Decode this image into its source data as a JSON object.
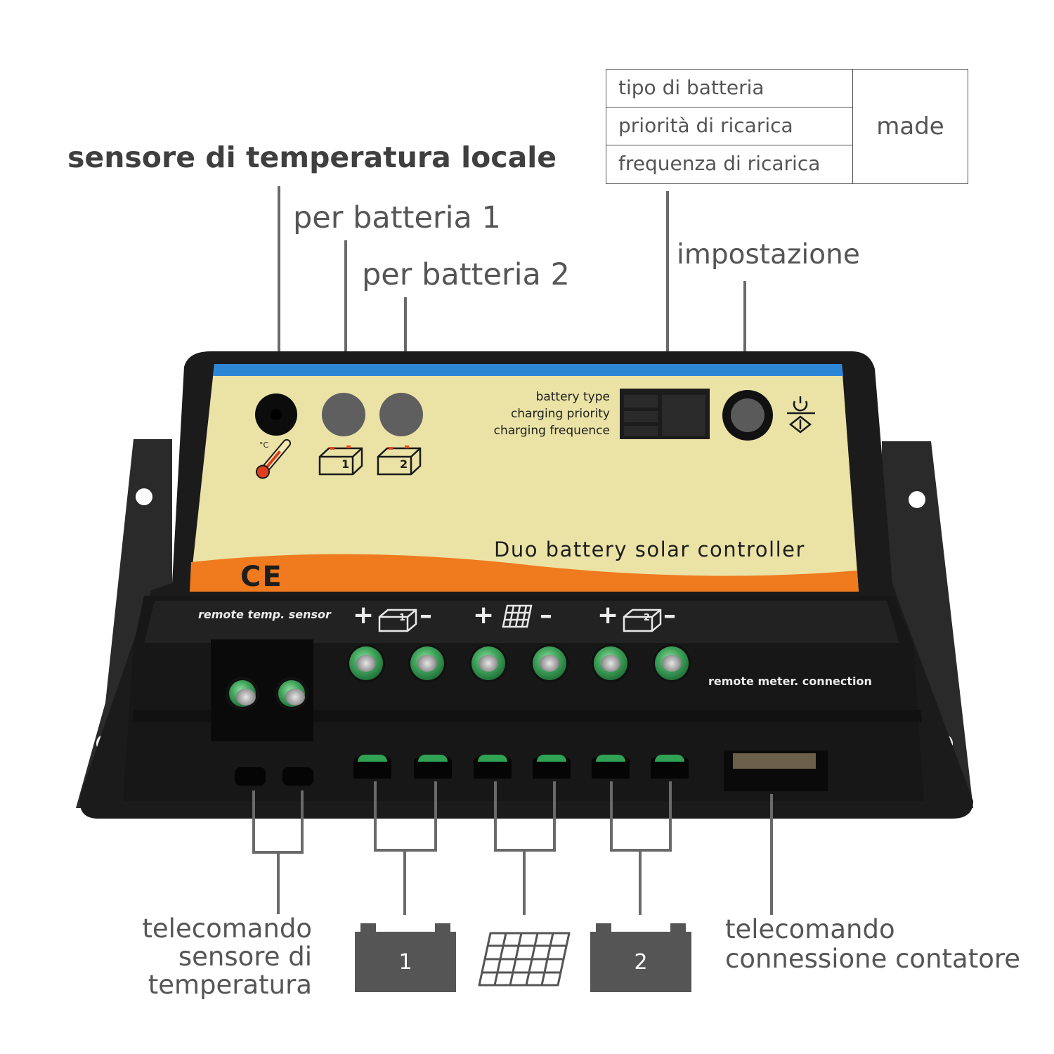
{
  "labels": {
    "local_temp_sensor": "sensore di temperatura locale",
    "battery1": "per batteria 1",
    "battery2": "per batteria 2",
    "setting": "impostazione",
    "remote_temp_line1": "telecomando",
    "remote_temp_line2": "sensore di",
    "remote_temp_line3": "temperatura",
    "remote_meter_line1": "telecomando",
    "remote_meter_line2": "connessione contatore"
  },
  "settings_table": {
    "rows": [
      "tipo di batteria",
      "priorità di ricarica",
      "frequenza di ricarica"
    ],
    "value": "made"
  },
  "device": {
    "panel_menu": [
      "battery type",
      "charging priority",
      "charging frequence"
    ],
    "title": "Duo battery solar controller",
    "ce_mark": "CE",
    "remote_temp_sensor": "remote temp. sensor",
    "remote_meter": "remote meter. connection",
    "battery_icon_1": "1",
    "battery_icon_2": "2",
    "temp_unit": "°C",
    "plus": "+",
    "minus": "–"
  },
  "bottom_icons": {
    "battery1": "1",
    "battery2": "2"
  },
  "colors": {
    "panel_yellow": "#ebe3a6",
    "panel_orange": "#f07a1e",
    "panel_blue": "#2e86d6",
    "case_black": "#1b1b1b",
    "terminal_green": "#2fa253",
    "label_gray": "#555555"
  }
}
